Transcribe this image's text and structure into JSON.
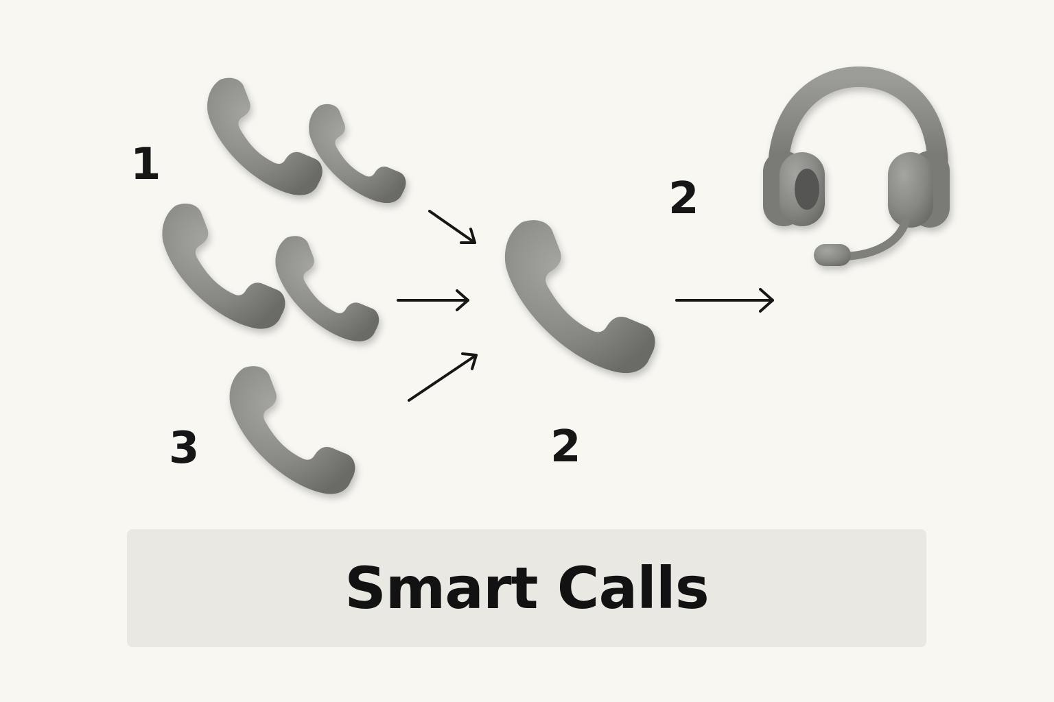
{
  "labels": {
    "group_top": "1",
    "headset_step": "2",
    "center_step": "2",
    "bottom_step": "3"
  },
  "banner": {
    "title": "Smart Calls"
  },
  "icons": {
    "incoming_calls": [
      "phone-handset-icon",
      "phone-handset-icon",
      "phone-handset-icon",
      "phone-handset-icon",
      "phone-handset-icon"
    ],
    "routed_call": "phone-handset-icon",
    "agent": "headset-icon",
    "flow": "arrow-right-icon"
  },
  "colors": {
    "background": "#f8f7f2",
    "icon_gray": "#8a8a86",
    "banner": "#e9e8e3",
    "text": "#161616"
  }
}
